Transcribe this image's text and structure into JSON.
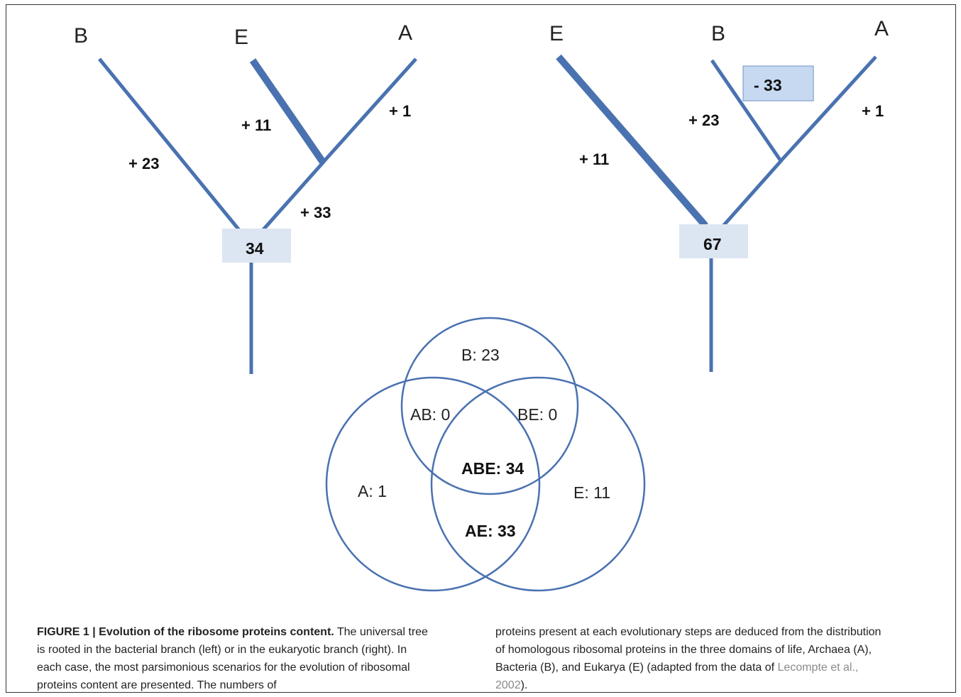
{
  "left_tree": {
    "leaves": {
      "B": "B",
      "E": "E",
      "A": "A"
    },
    "gains": {
      "b": "+ 23",
      "e": "+ 11",
      "a": "+ 1",
      "ae": "+ 33"
    },
    "root_box": "34"
  },
  "right_tree": {
    "leaves": {
      "E": "E",
      "B": "B",
      "A": "A"
    },
    "gains": {
      "e": "+ 11",
      "b": "+ 23",
      "a": "+ 1"
    },
    "loss_box": "- 33",
    "root_box": "67"
  },
  "venn": {
    "B": "B: 23",
    "AB": "AB: 0",
    "BE": "BE: 0",
    "ABE": "ABE: 34",
    "A": "A: 1",
    "E": "E: 11",
    "AE": "AE: 33"
  },
  "colors": {
    "branch": "#4a72b0",
    "box_fill": "#dce6f2",
    "loss_fill": "#c6d9f1"
  },
  "caption": {
    "title": "FIGURE 1 | Evolution of the ribosome proteins content.",
    "text_left": " The universal tree is rooted in the bacterial branch (left) or in the eukaryotic branch (right). In each case, the most parsimonious scenarios for the evolution of ribosomal proteins content are presented. The numbers of",
    "text_right": "proteins present at each evolutionary steps are deduced from the distribution of homologous ribosomal proteins in the three domains of life, Archaea (A), Bacteria (B), and Eukarya (E) (adapted from the data of ",
    "citation": "Lecompte et al., 2002",
    "end": ")."
  }
}
